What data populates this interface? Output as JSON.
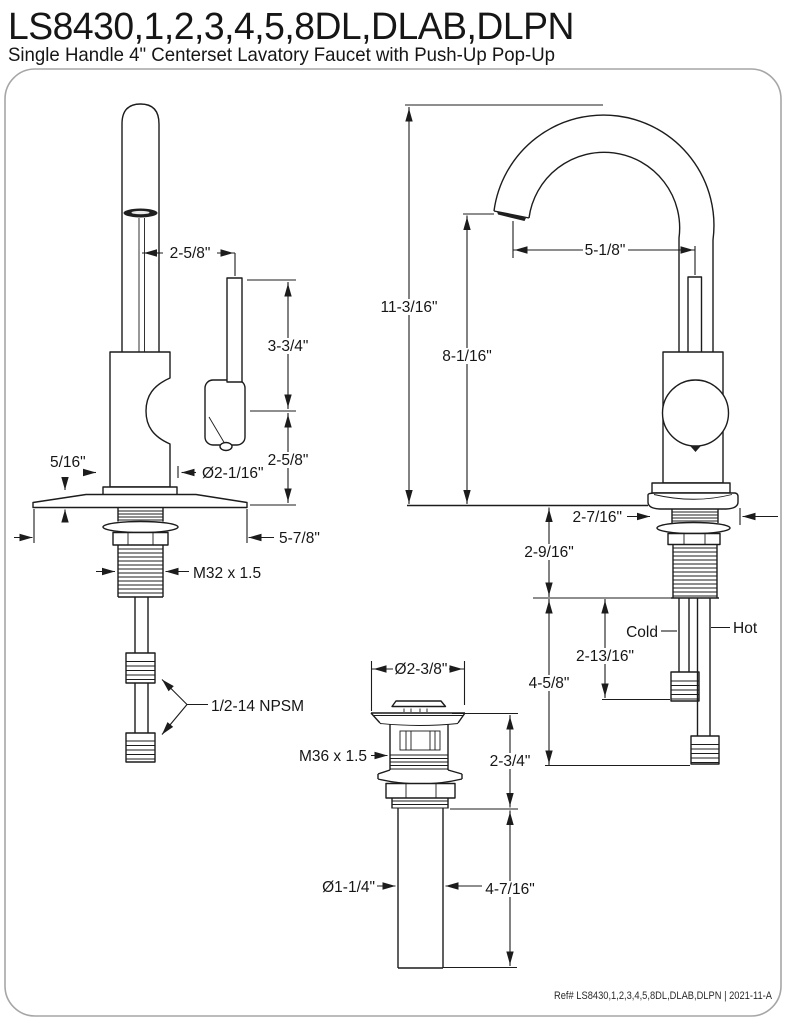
{
  "header": {
    "title": "LS8430,1,2,3,4,5,8DL,DLAB,DLPN",
    "subtitle": "Single Handle 4\" Centerset Lavatory Faucet with Push-Up Pop-Up"
  },
  "footer": {
    "ref": "Ref# LS8430,1,2,3,4,5,8DL,DLAB,DLPN | 2021-11-A"
  },
  "side_view": {
    "spout_to_handle": "2-5/8\"",
    "handle_height": "3-3/4\"",
    "body_height": "2-5/8\"",
    "plate_thickness": "5/16\"",
    "base_diameter": "Ø2-1/16\"",
    "plate_width": "5-7/8\"",
    "shank_thread": "M32 x 1.5",
    "supply_thread": "1/2-14 NPSM"
  },
  "front_view": {
    "overall_height": "11-3/16\"",
    "spout_height": "8-1/16\"",
    "spout_reach": "5-1/8\"",
    "base_width": "2-7/16\"",
    "shank_length": "2-9/16\"",
    "cold_label": "Cold",
    "hot_label": "Hot",
    "cold_supply_length": "2-13/16\"",
    "hot_supply_length": "4-5/8\""
  },
  "drain_view": {
    "flange_diameter": "Ø2-3/8\"",
    "thread": "M36 x 1.5",
    "body_height": "2-3/4\"",
    "tailpiece_diameter": "Ø1-1/4\"",
    "tailpiece_length": "4-7/16\""
  }
}
